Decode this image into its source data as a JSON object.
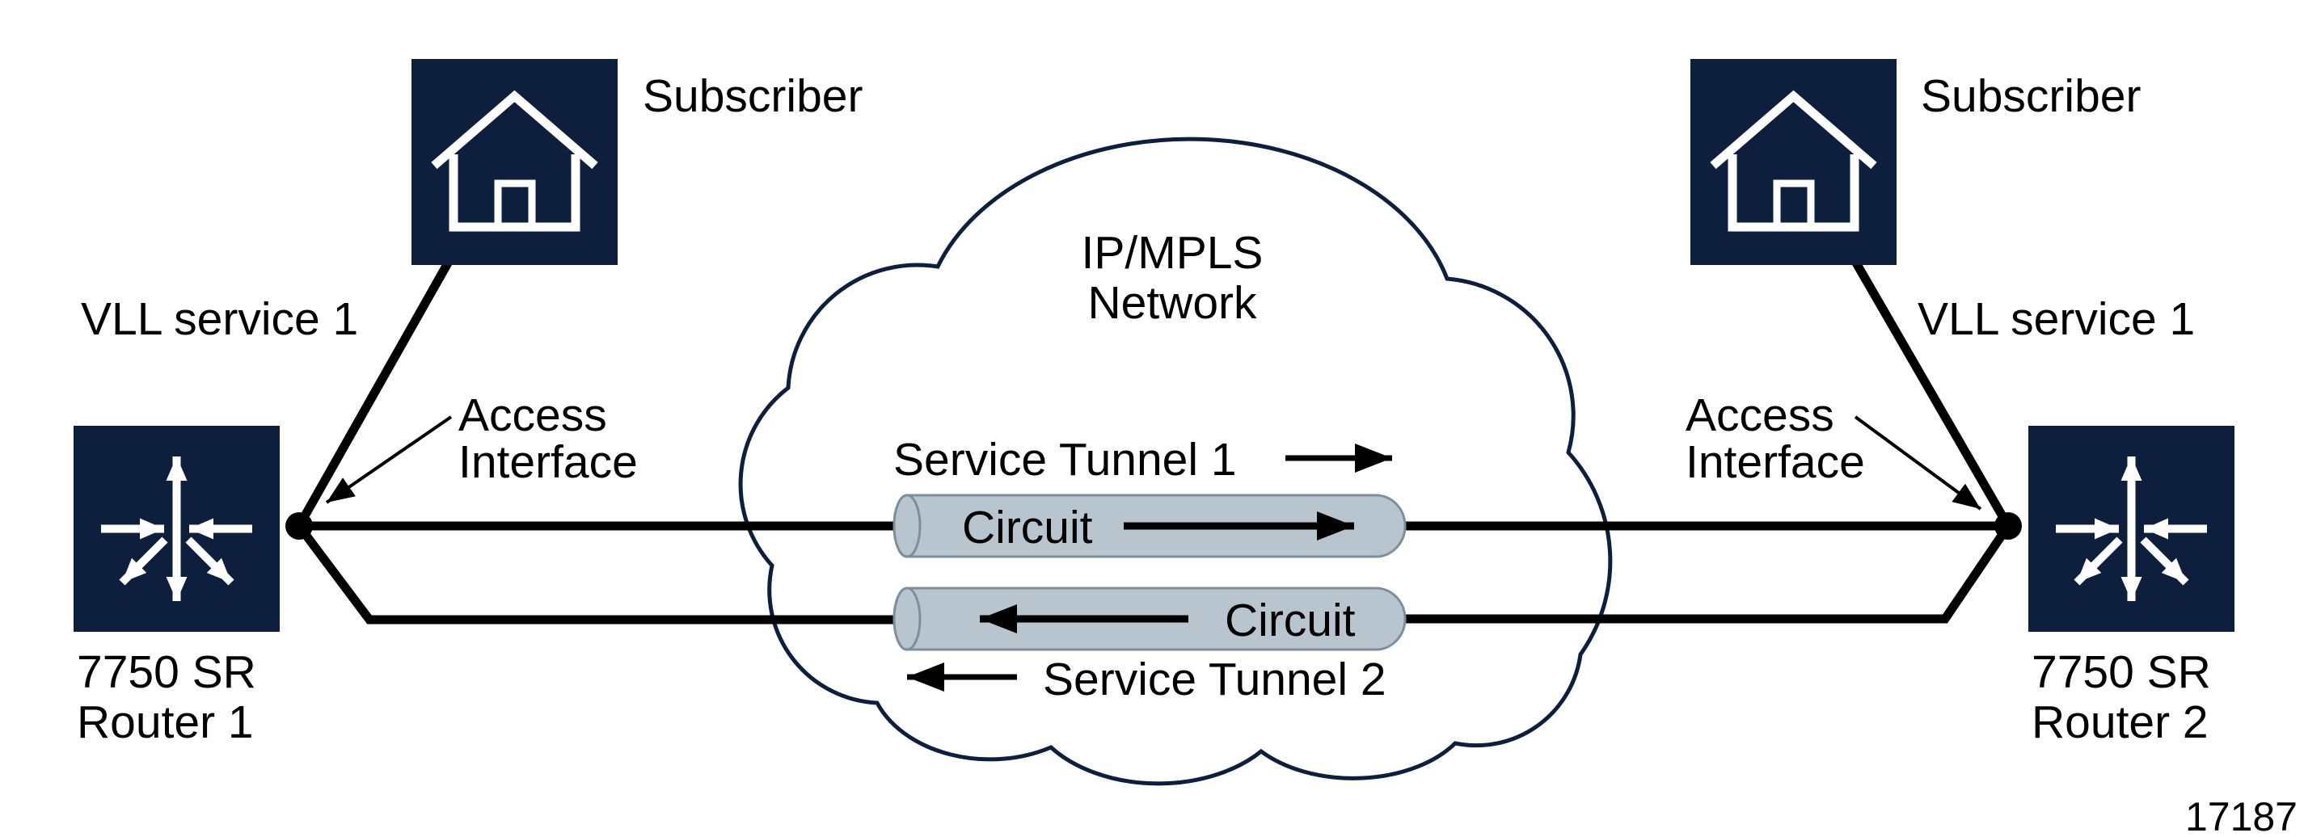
{
  "colors": {
    "navy": "#0e1f3d",
    "pipe_fill": "#b9c5ce",
    "pipe_stroke": "#7e8f9c",
    "line_black": "#000000",
    "background": "#ffffff"
  },
  "left_side": {
    "subscriber_label": "Subscriber",
    "vll_service_label": "VLL service 1",
    "access_interface_line1": "Access",
    "access_interface_line2": "Interface",
    "router_name_line1": "7750 SR",
    "router_name_line2": "Router 1"
  },
  "right_side": {
    "subscriber_label": "Subscriber",
    "vll_service_label": "VLL service 1",
    "access_interface_line1": "Access",
    "access_interface_line2": "Interface",
    "router_name_line1": "7750 SR",
    "router_name_line2": "Router 2"
  },
  "cloud": {
    "label_line1": "IP/MPLS",
    "label_line2": "Network"
  },
  "service_tunnel_1": {
    "label": "Service Tunnel 1",
    "circuit_label": "Circuit",
    "direction": "left-to-right"
  },
  "service_tunnel_2": {
    "label": "Service Tunnel 2",
    "circuit_label": "Circuit",
    "direction": "right-to-left"
  },
  "figure_number": "17187"
}
